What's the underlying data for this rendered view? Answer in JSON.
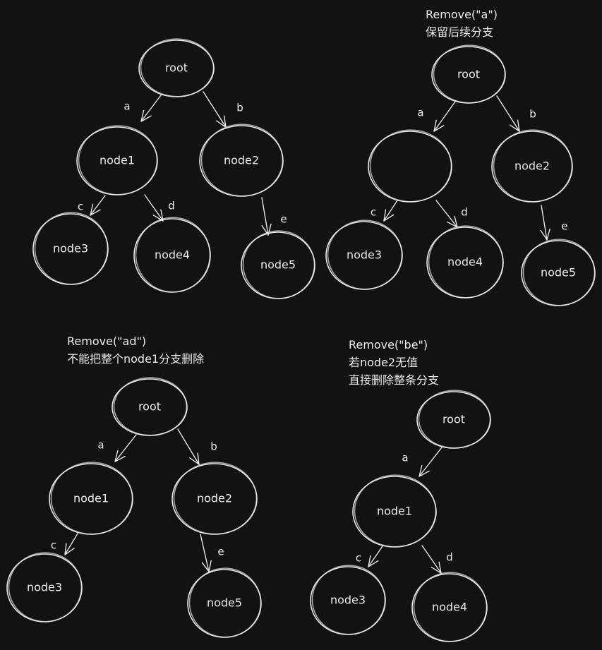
{
  "diagrams": [
    {
      "id": "original",
      "caption": [],
      "nodes": [
        {
          "id": "root",
          "label": "root"
        },
        {
          "id": "n1",
          "label": "node1"
        },
        {
          "id": "n2",
          "label": "node2"
        },
        {
          "id": "n3",
          "label": "node3"
        },
        {
          "id": "n4",
          "label": "node4"
        },
        {
          "id": "n5",
          "label": "node5"
        }
      ],
      "edges": [
        {
          "from": "root",
          "to": "n1",
          "label": "a"
        },
        {
          "from": "root",
          "to": "n2",
          "label": "b"
        },
        {
          "from": "n1",
          "to": "n3",
          "label": "c"
        },
        {
          "from": "n1",
          "to": "n4",
          "label": "d"
        },
        {
          "from": "n2",
          "to": "n5",
          "label": "e"
        }
      ]
    },
    {
      "id": "remove-a",
      "caption": [
        "Remove(\"a\")",
        "保留后续分支"
      ],
      "nodes": [
        {
          "id": "root",
          "label": "root"
        },
        {
          "id": "n1",
          "label": ""
        },
        {
          "id": "n2",
          "label": "node2"
        },
        {
          "id": "n3",
          "label": "node3"
        },
        {
          "id": "n4",
          "label": "node4"
        },
        {
          "id": "n5",
          "label": "node5"
        }
      ],
      "edges": [
        {
          "from": "root",
          "to": "n1",
          "label": "a"
        },
        {
          "from": "root",
          "to": "n2",
          "label": "b"
        },
        {
          "from": "n1",
          "to": "n3",
          "label": "c"
        },
        {
          "from": "n1",
          "to": "n4",
          "label": "d"
        },
        {
          "from": "n2",
          "to": "n5",
          "label": "e"
        }
      ]
    },
    {
      "id": "remove-ad",
      "caption": [
        "Remove(\"ad\")",
        "不能把整个node1分支删除"
      ],
      "nodes": [
        {
          "id": "root",
          "label": "root"
        },
        {
          "id": "n1",
          "label": "node1"
        },
        {
          "id": "n2",
          "label": "node2"
        },
        {
          "id": "n3",
          "label": "node3"
        },
        {
          "id": "n5",
          "label": "node5"
        }
      ],
      "edges": [
        {
          "from": "root",
          "to": "n1",
          "label": "a"
        },
        {
          "from": "root",
          "to": "n2",
          "label": "b"
        },
        {
          "from": "n1",
          "to": "n3",
          "label": "c"
        },
        {
          "from": "n2",
          "to": "n5",
          "label": "e"
        }
      ]
    },
    {
      "id": "remove-be",
      "caption": [
        "Remove(\"be\")",
        "若node2无值",
        "直接删除整条分支"
      ],
      "nodes": [
        {
          "id": "root",
          "label": "root"
        },
        {
          "id": "n1",
          "label": "node1"
        },
        {
          "id": "n3",
          "label": "node3"
        },
        {
          "id": "n4",
          "label": "node4"
        }
      ],
      "edges": [
        {
          "from": "root",
          "to": "n1",
          "label": "a"
        },
        {
          "from": "n1",
          "to": "n3",
          "label": "c"
        },
        {
          "from": "n1",
          "to": "n4",
          "label": "d"
        }
      ]
    }
  ]
}
